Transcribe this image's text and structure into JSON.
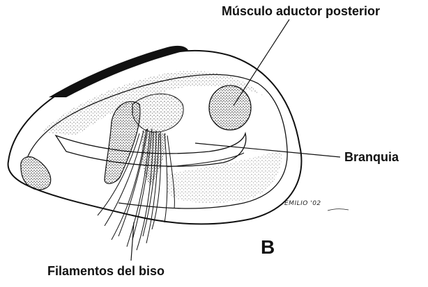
{
  "labels": {
    "posterior_adductor": "Músculo aductor posterior",
    "gill": "Branquia",
    "byssal_threads": "Filamentos del biso",
    "panel": "B"
  },
  "signature": "EMILIO '02",
  "colors": {
    "ink": "#111111",
    "background": "#ffffff"
  }
}
